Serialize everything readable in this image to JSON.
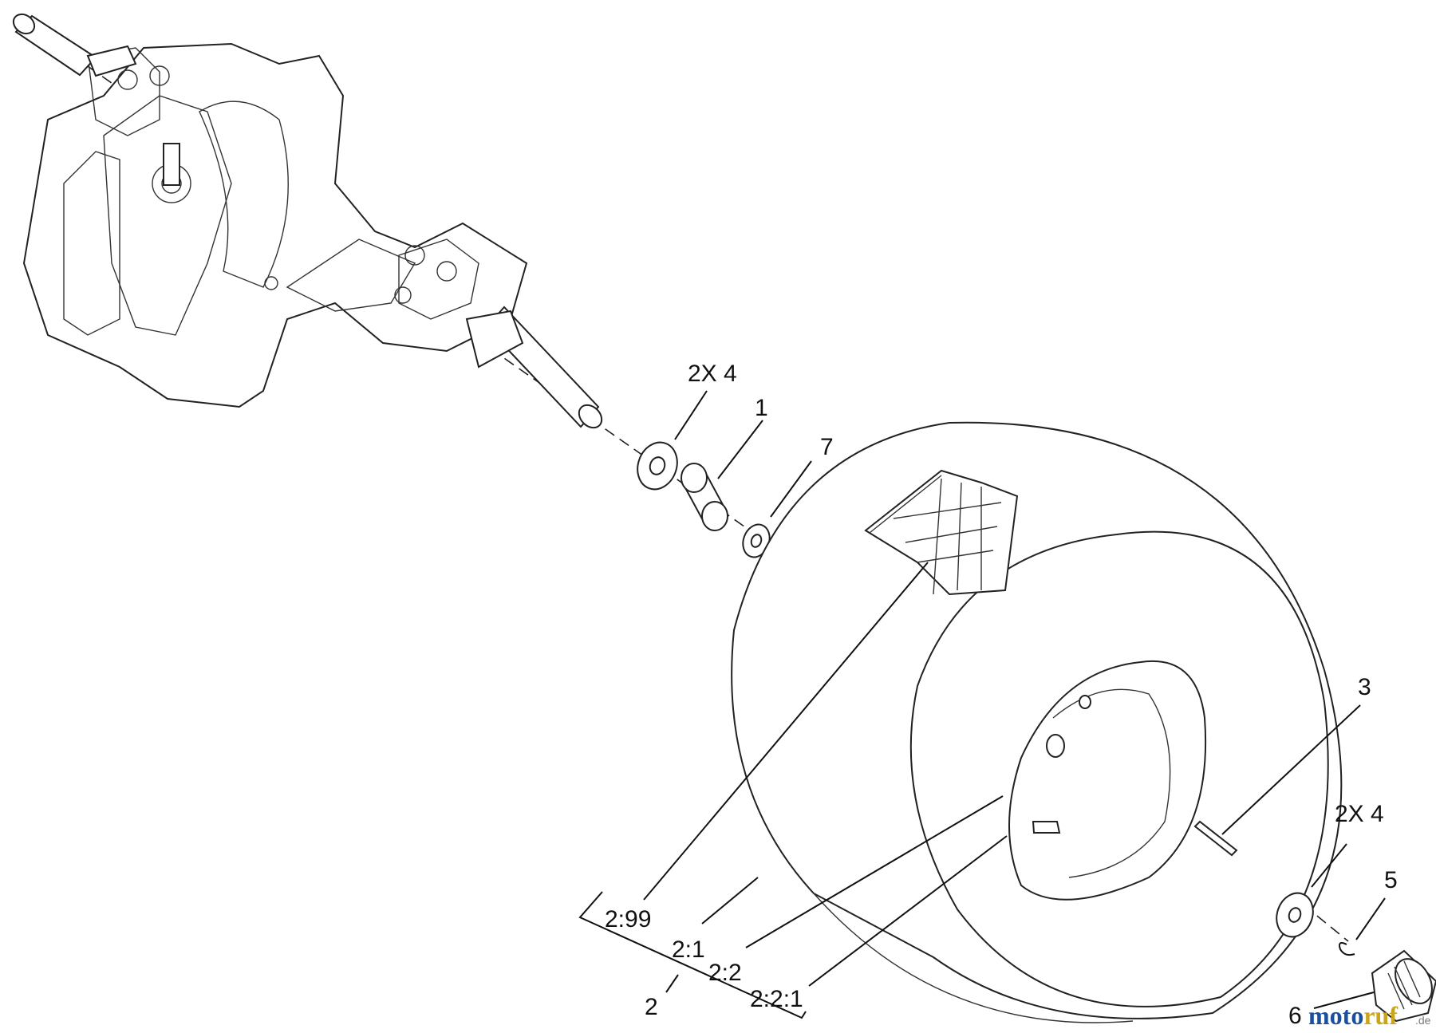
{
  "labels": {
    "washer_top_qty": "2X 4",
    "spacer": "1",
    "washer_small": "7",
    "key": "3",
    "washer_bottom_qty": "2X 4",
    "retaining_ring": "5",
    "cap": "6",
    "tire_decal": "2:99",
    "tire": "2:1",
    "rim": "2:2",
    "valve": "2:2:1",
    "wheel_assembly": "2"
  },
  "watermark": {
    "main": "motoruf",
    "suffix": ".de",
    "colors": [
      "#1a4fa0",
      "#c8a51a",
      "#7a7a7a"
    ]
  }
}
